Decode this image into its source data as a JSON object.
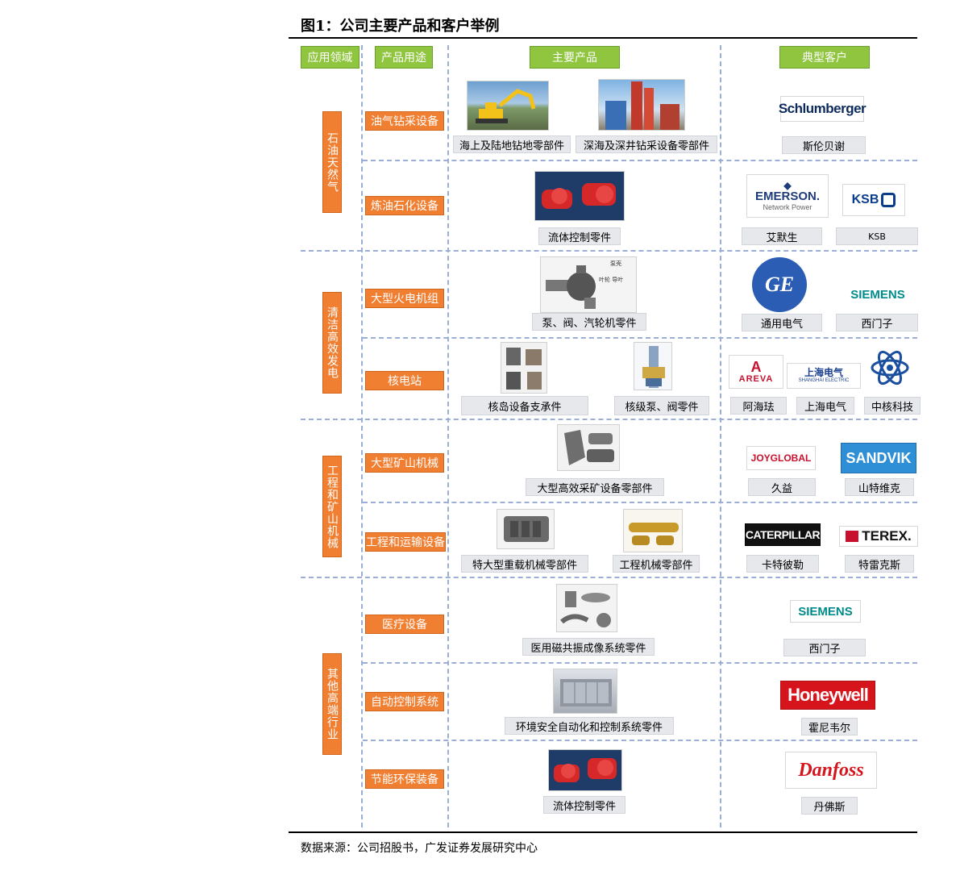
{
  "figure_title": "图1：公司主要产品和客户举例",
  "source": "数据来源：公司招股书，广发证券发展研究中心",
  "headers": {
    "domain": "应用领域",
    "use": "产品用途",
    "product": "主要产品",
    "customer": "典型客户"
  },
  "domains": [
    "石油天然气",
    "清洁高效发电",
    "工程和矿山机械",
    "其他高端行业"
  ],
  "uses": [
    "油气钻采设备",
    "炼油石化设备",
    "大型火电机组",
    "核电站",
    "大型矿山机械",
    "工程和运输设备",
    "医疗设备",
    "自动控制系统",
    "节能环保装备"
  ],
  "products": {
    "p1a": "海上及陆地钻地零部件",
    "p1b": "深海及深井钻采设备零部件",
    "p2": "流体控制零件",
    "p3": "泵、阀、汽轮机零件",
    "p3_callout_1": "泵壳",
    "p3_callout_2": "叶轮 导叶",
    "p4a": "核岛设备支承件",
    "p4b": "核级泵、阀零件",
    "p5": "大型高效采矿设备零部件",
    "p6a": "特大型重载机械零部件",
    "p6b": "工程机械零部件",
    "p7": "医用磁共振成像系统零件",
    "p8": "环境安全自动化和控制系统零件",
    "p9": "流体控制零件"
  },
  "customers": {
    "c1": "斯伦贝谢",
    "c2a": "艾默生",
    "c2b": "KSB",
    "c3a": "通用电气",
    "c3b": "西门子",
    "c4a": "阿海珐",
    "c4b": "上海电气",
    "c4c": "中核科技",
    "c5a": "久益",
    "c5b": "山特维克",
    "c6a": "卡特彼勒",
    "c6b": "特雷克斯",
    "c7": "西门子",
    "c8": "霍尼韦尔",
    "c9": "丹佛斯"
  },
  "logos": {
    "schlumberger": "Schlumberger",
    "emerson": "EMERSON.",
    "emerson_sub": "Network Power",
    "ksb": "KSB",
    "ge": "GE",
    "siemens": "SIEMENS",
    "areva_a": "A",
    "areva": "AREVA",
    "shanghai_electric": "上海电气",
    "shanghai_electric_en": "SHANGHAI ELECTRIC",
    "joyglobal": "JOYGLOBAL",
    "sandvik": "SANDVIK",
    "caterpillar": "CATERPILLAR",
    "terex": "TEREX.",
    "siemens2": "SIEMENS",
    "honeywell": "Honeywell",
    "danfoss": "Danfoss"
  },
  "colors": {
    "green": "#8fc53f",
    "orange": "#f07f32",
    "caption_bg": "#e6e8ec",
    "dashed": "#9aaed6"
  }
}
